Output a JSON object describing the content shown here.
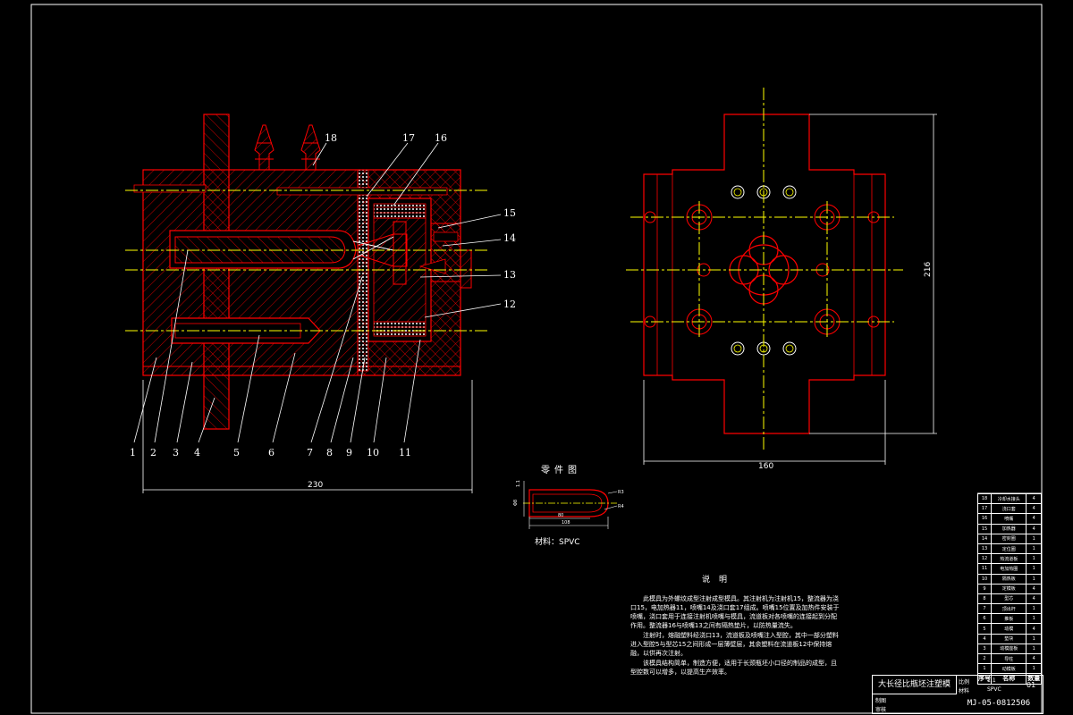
{
  "callouts": [
    "1",
    "2",
    "3",
    "4",
    "5",
    "6",
    "7",
    "8",
    "9",
    "10",
    "11",
    "12",
    "13",
    "14",
    "15",
    "16",
    "17",
    "18"
  ],
  "dimensions": {
    "section_width": "230",
    "plan_width": "160",
    "plan_height": "216"
  },
  "part_drawing": {
    "title": "零件图",
    "material": "材料：SPVC",
    "dim_left": "Φ8",
    "dim_side": "1.1",
    "dim_length": "80",
    "dim_total": "108",
    "dim_r1": "R3",
    "dim_r2": "R4"
  },
  "notes": {
    "title": "说明",
    "paragraphs": [
      "此模具为外螺纹成型注射成型模具。其注射机为注射机15，整流器为浇口15，电加热器11，喷嘴14及浇口套17组成。喷嘴15位置及加热件安装于喷嘴，浇口套用于连接注射机喷嘴与模具，流道板对各喷嘴的连接起到分配作用。整流器16与喷嘴13之间有隔热垫片，以防热量流失。",
      "注射时，熔融塑料经浇口13，流道板及喷嘴注入型腔，其中一部分塑料进入型腔5与型芯15之间形成一层薄壁层，其余塑料在流道板12中保持熔融，以供再次注射。",
      "该模具结构简单，制造方便，适用于长颈瓶坯小口径的制品的成型，且型腔数可以增多，以提高生产效率。"
    ]
  },
  "bom": {
    "header": [
      "序号",
      "名称",
      "数量"
    ],
    "rows": [
      [
        "18",
        "冷却水接头",
        "4"
      ],
      [
        "17",
        "浇口套",
        "4"
      ],
      [
        "16",
        "喷嘴",
        "4"
      ],
      [
        "15",
        "加热器",
        "4"
      ],
      [
        "14",
        "密封圈",
        "1"
      ],
      [
        "13",
        "定位圈",
        "1"
      ],
      [
        "12",
        "热流道板",
        "1"
      ],
      [
        "11",
        "电加热圈",
        "1"
      ],
      [
        "10",
        "隔热板",
        "1"
      ],
      [
        "9",
        "定模板",
        "4"
      ],
      [
        "8",
        "型芯",
        "4"
      ],
      [
        "7",
        "顶出杆",
        "1"
      ],
      [
        "6",
        "推板",
        "1"
      ],
      [
        "5",
        "动模",
        "4"
      ],
      [
        "4",
        "垫块",
        "1"
      ],
      [
        "3",
        "动模座板",
        "1"
      ],
      [
        "2",
        "导柱",
        "4"
      ],
      [
        "1",
        "动模板",
        "1"
      ]
    ]
  },
  "title_block": {
    "name": "大长径比瓶坯注塑模",
    "scale_label": "比例",
    "scale_value": "1:1",
    "sheet_no": "01",
    "material_label": "材料",
    "material_value": "SPVC",
    "drawn_label": "制图",
    "checked_label": "审核",
    "drawing_code": "MJ-05-0812506"
  },
  "colors": {
    "background": "#000000",
    "outline": "#ff0000",
    "hatch": "#ff0000",
    "centerline": "#ffff00",
    "dimension": "#ffffff",
    "text": "#ffffff"
  }
}
